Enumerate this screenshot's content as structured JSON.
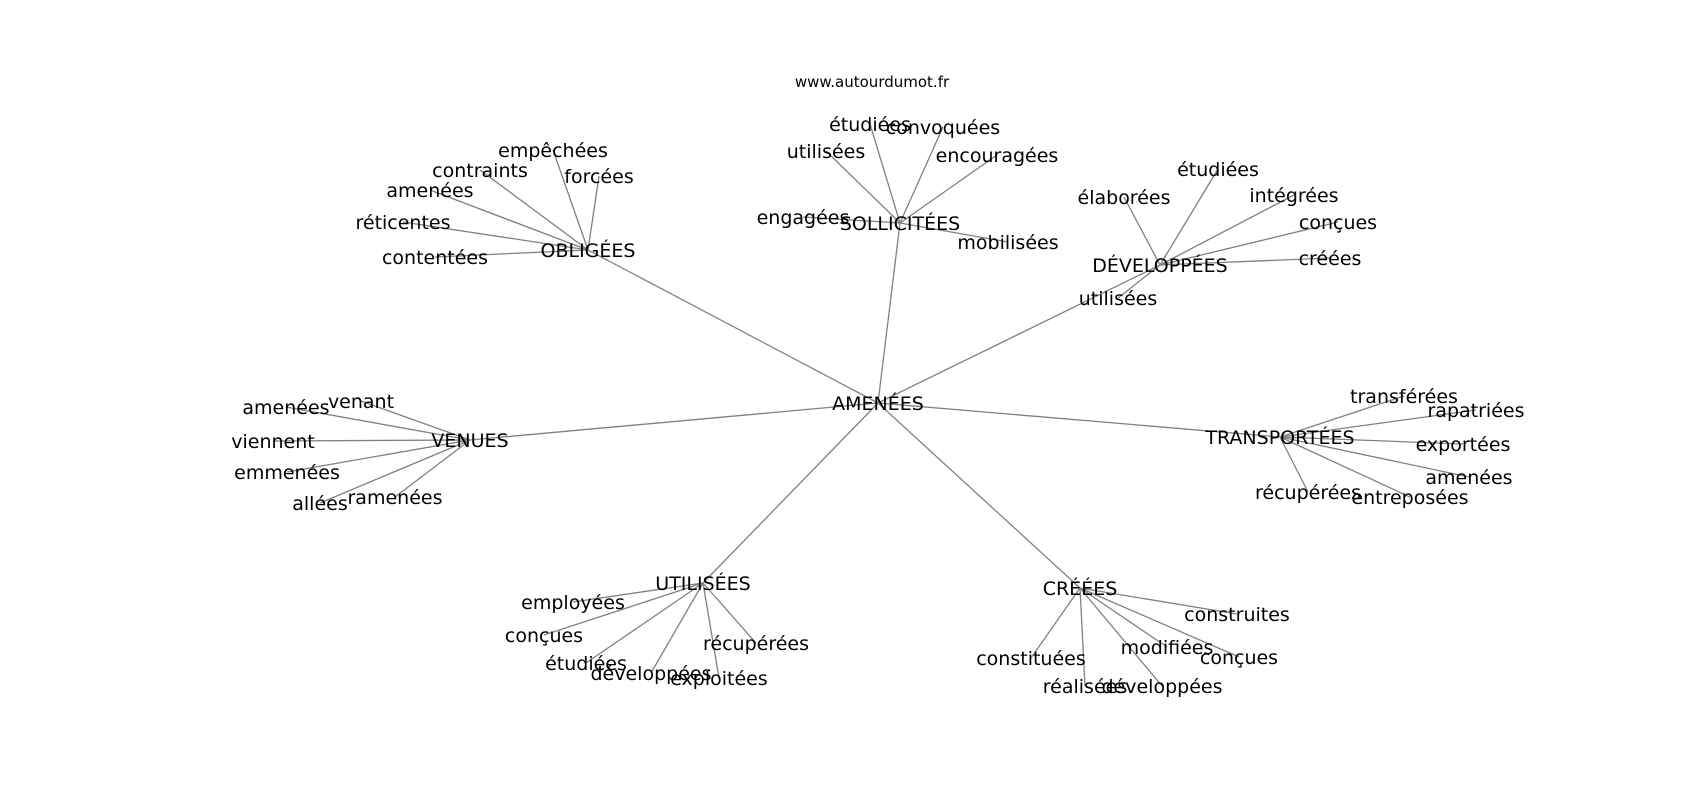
{
  "site": "www.autourdumot.fr",
  "root": "AMENÉES",
  "groups": [
    {
      "word": "OBLIGÉES",
      "leaves": [
        "empêchées",
        "contraints",
        "forcées",
        "amenées",
        "réticentes",
        "contentées"
      ]
    },
    {
      "word": "SOLLICITÉES",
      "leaves": [
        "étudiées",
        "convoquées",
        "utilisées",
        "encouragées",
        "engagées",
        "mobilisées"
      ]
    },
    {
      "word": "DÉVELOPPÉES",
      "leaves": [
        "étudiées",
        "élaborées",
        "intégrées",
        "conçues",
        "créées",
        "utilisées"
      ]
    },
    {
      "word": "VENUES",
      "leaves": [
        "venant",
        "amenées",
        "viennent",
        "emmenées",
        "ramenées",
        "allées"
      ]
    },
    {
      "word": "TRANSPORTÉES",
      "leaves": [
        "transférées",
        "rapatriées",
        "exportées",
        "amenées",
        "récupérées",
        "entreposées"
      ]
    },
    {
      "word": "UTILISÉES",
      "leaves": [
        "employées",
        "conçues",
        "étudiées",
        "développées",
        "exploitées",
        "récupérées"
      ]
    },
    {
      "word": "CRÉÉES",
      "leaves": [
        "construites",
        "constituées",
        "modifiées",
        "conçues",
        "réalisées",
        "développées"
      ]
    }
  ]
}
